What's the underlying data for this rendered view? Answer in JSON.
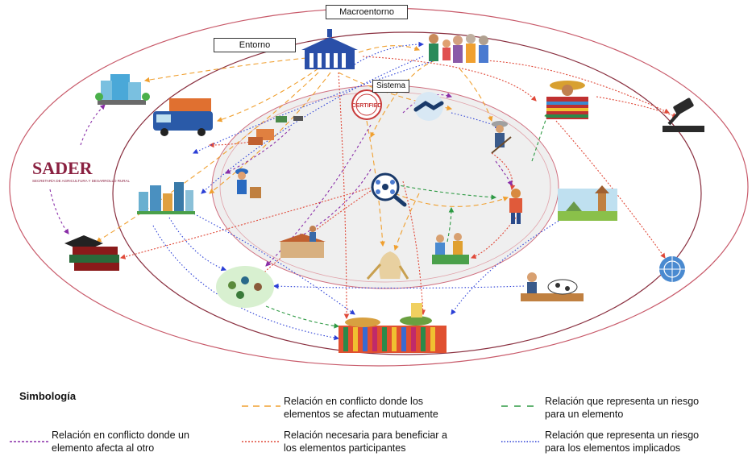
{
  "labels": {
    "macro": "Macroentorno",
    "entorno": "Entorno",
    "sistema": "Sistema"
  },
  "nodes": {
    "sader_main": "SADER",
    "sader_sub": "SECRETARÍA DE AGRICULTURA Y DESARROLLO RURAL",
    "certified": "CERTIFIED"
  },
  "legend": {
    "title": "Simbología",
    "items": [
      {
        "style": "dashed-orange",
        "color": "#f0a030",
        "text1": "Relación en conflicto donde los",
        "text2": "elementos se afectan mutuamente"
      },
      {
        "style": "dashed-green",
        "color": "#2e9a44",
        "text1": "Relación que representa un riesgo",
        "text2": "para un elemento"
      },
      {
        "style": "dashed-purple",
        "color": "#8a2ea8",
        "text1": "Relación en conflicto donde un",
        "text2": "elemento afecta al otro"
      },
      {
        "style": "dotted-red",
        "color": "#e04a3a",
        "text1": "Relación necesaria para beneficiar a",
        "text2": "los elementos participantes"
      },
      {
        "style": "dotted-blue",
        "color": "#2b3fd6",
        "text1": "Relación que representa un riesgo",
        "text2": "para los elementos implicados"
      }
    ]
  },
  "colors": {
    "macro_ring": "#c85a6a",
    "entorno_ring": "#8a3040",
    "sistema_fill": "#efefef",
    "conflict_mutual": "#f0a030",
    "risk_element": "#2e9a44",
    "conflict_one": "#8a2ea8",
    "benefit": "#e04a3a",
    "risk_shared": "#2b3fd6"
  },
  "icons": [
    "government-building-icon",
    "family-icon",
    "office-building-icon",
    "truck-icon",
    "certified-stamp-icon",
    "handshake-icon",
    "farmer-icon",
    "mexican-man-icon",
    "gavel-icon",
    "sader-logo",
    "money-exchange-icon",
    "city-icon",
    "delivery-man-icon",
    "magnifier-network-icon",
    "child-icon",
    "landscape-icon",
    "graduation-books-icon",
    "market-icon",
    "seed-sack-icon",
    "farmers-group-icon",
    "community-icon",
    "livestock-icon",
    "un-emblem-icon",
    "craft-market-icon"
  ]
}
